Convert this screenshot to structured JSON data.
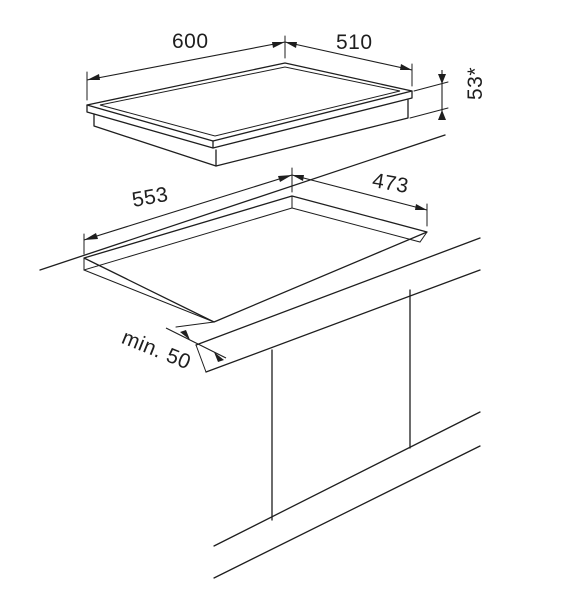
{
  "hob": {
    "width_label": "600",
    "depth_label": "510",
    "height_label": "53*"
  },
  "cutout": {
    "width_label": "553",
    "depth_label": "473",
    "clearance_label": "min. 50"
  },
  "colors": {
    "line": "#1e1e1e",
    "background": "#ffffff"
  }
}
